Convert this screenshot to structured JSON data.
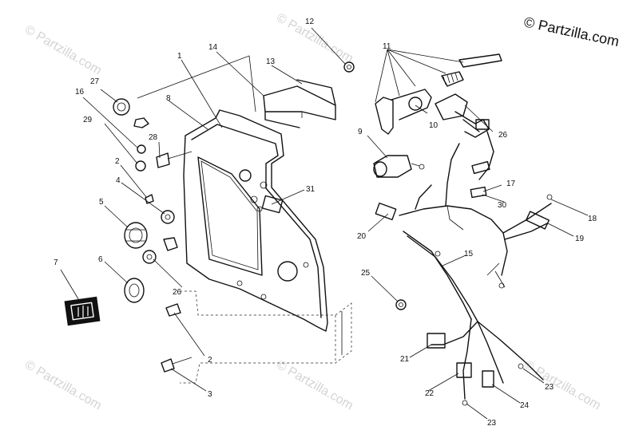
{
  "copyright": "© Partzilla.com",
  "watermark": "© Partzilla.com",
  "callouts": [
    {
      "id": "c1",
      "text": "1"
    },
    {
      "id": "c2a",
      "text": "2"
    },
    {
      "id": "c2b",
      "text": "2"
    },
    {
      "id": "c3",
      "text": "3"
    },
    {
      "id": "c4",
      "text": "4"
    },
    {
      "id": "c5",
      "text": "5"
    },
    {
      "id": "c6",
      "text": "6"
    },
    {
      "id": "c7",
      "text": "7"
    },
    {
      "id": "c8",
      "text": "8"
    },
    {
      "id": "c9",
      "text": "9"
    },
    {
      "id": "c10",
      "text": "10"
    },
    {
      "id": "c11",
      "text": "11"
    },
    {
      "id": "c12",
      "text": "12"
    },
    {
      "id": "c13",
      "text": "13"
    },
    {
      "id": "c14",
      "text": "14"
    },
    {
      "id": "c15",
      "text": "15"
    },
    {
      "id": "c16",
      "text": "16"
    },
    {
      "id": "c17",
      "text": "17"
    },
    {
      "id": "c18",
      "text": "18"
    },
    {
      "id": "c19",
      "text": "19"
    },
    {
      "id": "c20",
      "text": "20"
    },
    {
      "id": "c21",
      "text": "21"
    },
    {
      "id": "c22",
      "text": "22"
    },
    {
      "id": "c23a",
      "text": "23"
    },
    {
      "id": "c23b",
      "text": "23"
    },
    {
      "id": "c24",
      "text": "24"
    },
    {
      "id": "c25",
      "text": "25"
    },
    {
      "id": "c26a",
      "text": "26"
    },
    {
      "id": "c26b",
      "text": "26"
    },
    {
      "id": "c27",
      "text": "27"
    },
    {
      "id": "c28",
      "text": "28"
    },
    {
      "id": "c29",
      "text": "29"
    },
    {
      "id": "c30",
      "text": "30"
    },
    {
      "id": "c31",
      "text": "31"
    }
  ]
}
